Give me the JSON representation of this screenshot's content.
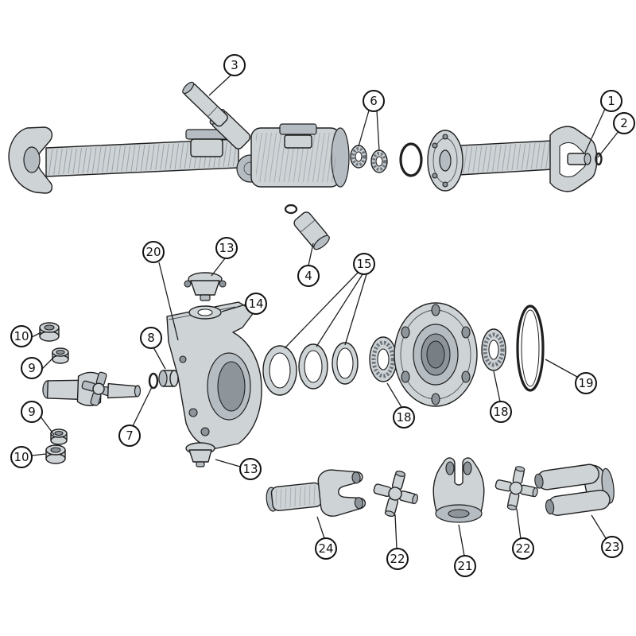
{
  "diagram": {
    "type": "exploded-parts-diagram",
    "colors": {
      "background": "#ffffff",
      "part_fill": "#ced3d6",
      "part_shade": "#b5bcc2",
      "part_deep": "#8d959b",
      "outline": "#1f1f1f"
    },
    "callouts": [
      {
        "label": "1"
      },
      {
        "label": "2"
      },
      {
        "label": "3"
      },
      {
        "label": "4"
      },
      {
        "label": "6"
      },
      {
        "label": "7"
      },
      {
        "label": "8"
      },
      {
        "label": "9"
      },
      {
        "label": "9"
      },
      {
        "label": "10"
      },
      {
        "label": "10"
      },
      {
        "label": "13"
      },
      {
        "label": "13"
      },
      {
        "label": "14"
      },
      {
        "label": "15"
      },
      {
        "label": "18"
      },
      {
        "label": "18"
      },
      {
        "label": "19"
      },
      {
        "label": "20"
      },
      {
        "label": "21"
      },
      {
        "label": "22"
      },
      {
        "label": "22"
      },
      {
        "label": "23"
      },
      {
        "label": "24"
      }
    ]
  }
}
